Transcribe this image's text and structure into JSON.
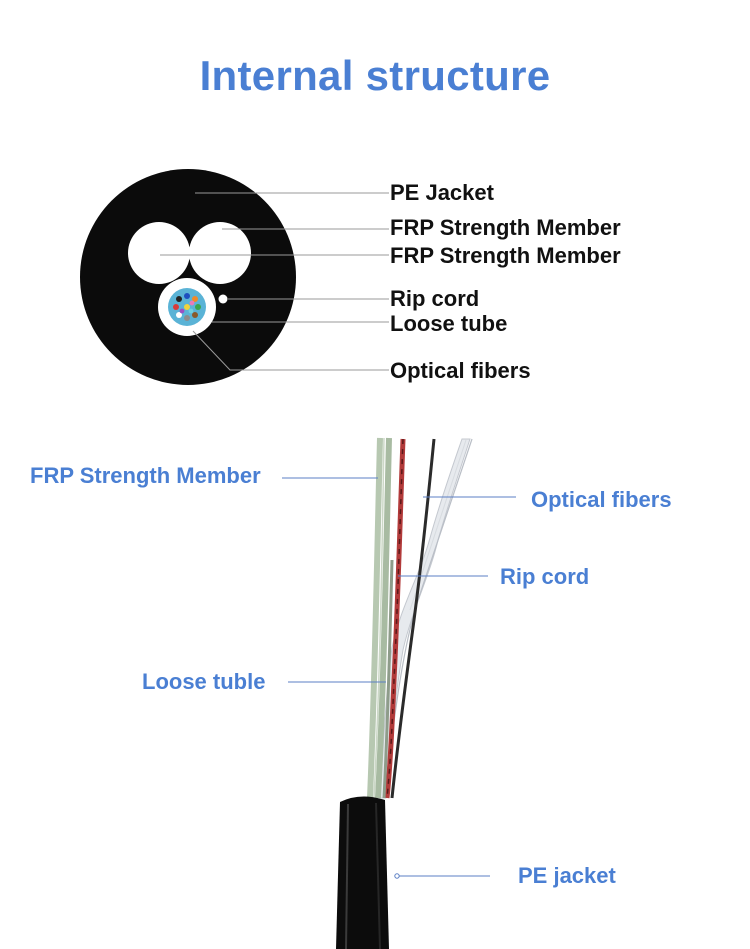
{
  "title": "Internal structure",
  "cross_section_labels": [
    "PE Jacket",
    "FRP Strength Member",
    "FRP Strength Member",
    "Rip cord",
    "Loose tube",
    "Optical fibers"
  ],
  "side_view_labels": {
    "frp": "FRP Strength Member",
    "optical_fibers": "Optical fibers",
    "rip_cord": "Rip cord",
    "loose_tube": "Loose tuble",
    "pe_jacket": "PE jacket"
  },
  "colors": {
    "title": "#4a7fd3",
    "side_labels": "#4a7fd3",
    "cross_labels": "#111111",
    "jacket": "#0b0b0b",
    "fiber_gel": "#5ab3d6"
  }
}
